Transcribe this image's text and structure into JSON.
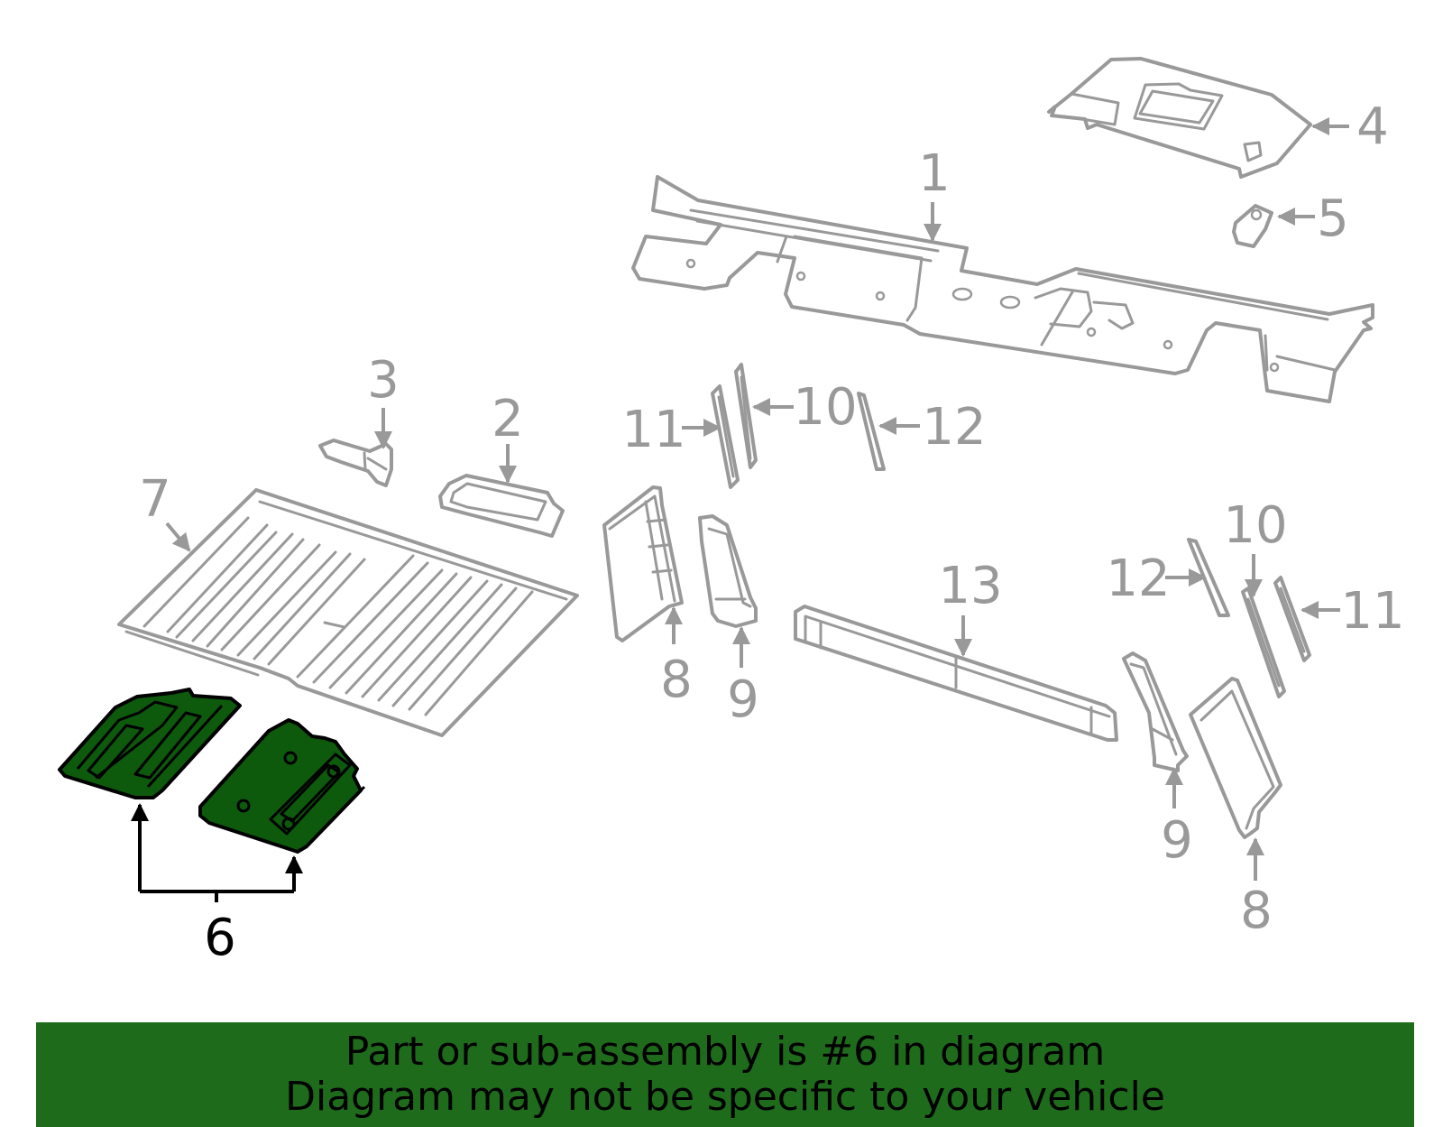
{
  "diagram": {
    "callouts": {
      "c1": "1",
      "c2": "2",
      "c3": "3",
      "c4": "4",
      "c5": "5",
      "c6": "6",
      "c7": "7",
      "c8a": "8",
      "c8b": "8",
      "c9a": "9",
      "c9b": "9",
      "c10a": "10",
      "c10b": "10",
      "c11a": "11",
      "c11b": "11",
      "c12a": "12",
      "c12b": "12",
      "c13": "13"
    },
    "highlighted_part": "6",
    "colors": {
      "highlight_fill": "#0d5a0d",
      "line": "#999999",
      "banner": "#1f6b1c"
    }
  },
  "banner": {
    "line1": "Part or sub-assembly is #6 in diagram",
    "line2": "Diagram may not be specific to your vehicle"
  }
}
